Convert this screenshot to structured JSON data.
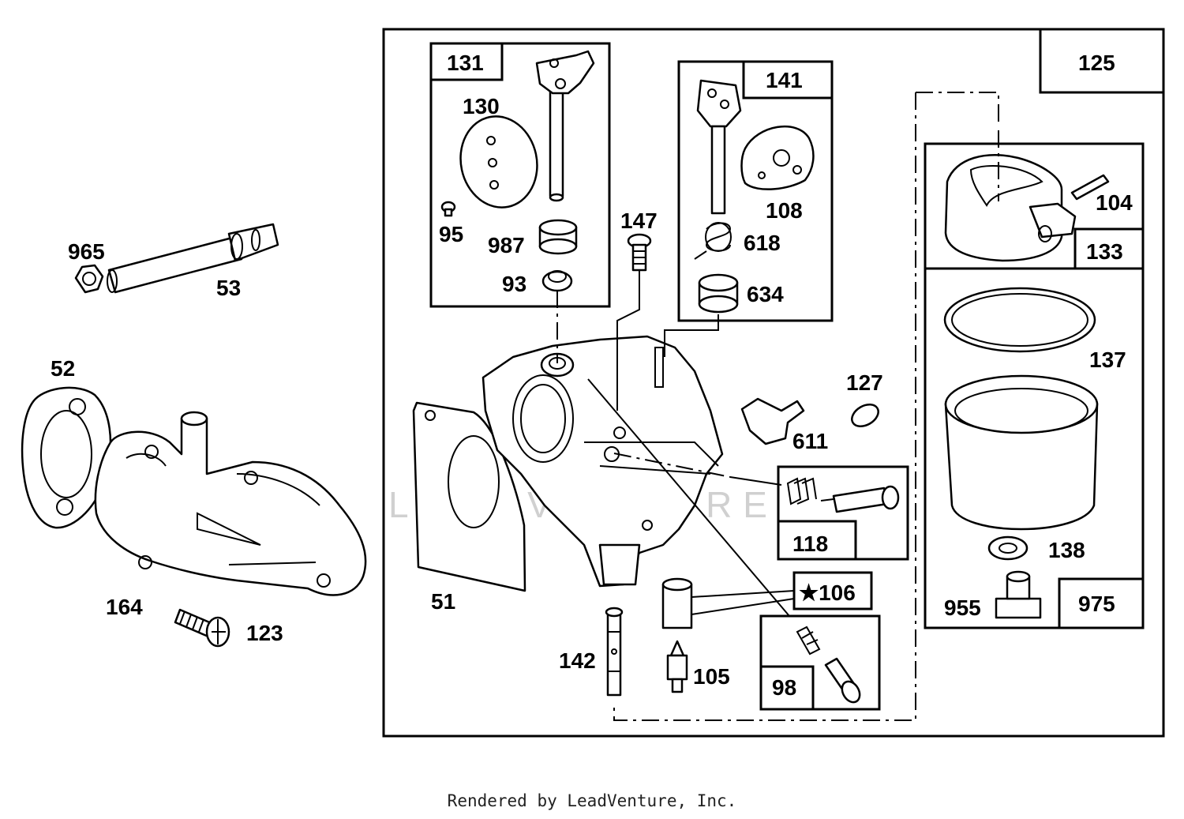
{
  "diagram": {
    "watermark": "LEADVENTURE",
    "labels": {
      "p965": "965",
      "p53": "53",
      "p52": "52",
      "p164": "164",
      "p123": "123",
      "p51": "51",
      "p131": "131",
      "p130": "130",
      "p95": "95",
      "p987": "987",
      "p93": "93",
      "p147": "147",
      "p141": "141",
      "p108": "108",
      "p618": "618",
      "p634": "634",
      "p125": "125",
      "p104": "104",
      "p133": "133",
      "p137": "137",
      "p127": "127",
      "p611": "611",
      "p118": "118",
      "p106": "★106",
      "p98": "98",
      "p142": "142",
      "p105": "105",
      "p138": "138",
      "p955": "955",
      "p975": "975"
    }
  },
  "footer": {
    "text": "Rendered by LeadVenture, Inc."
  }
}
